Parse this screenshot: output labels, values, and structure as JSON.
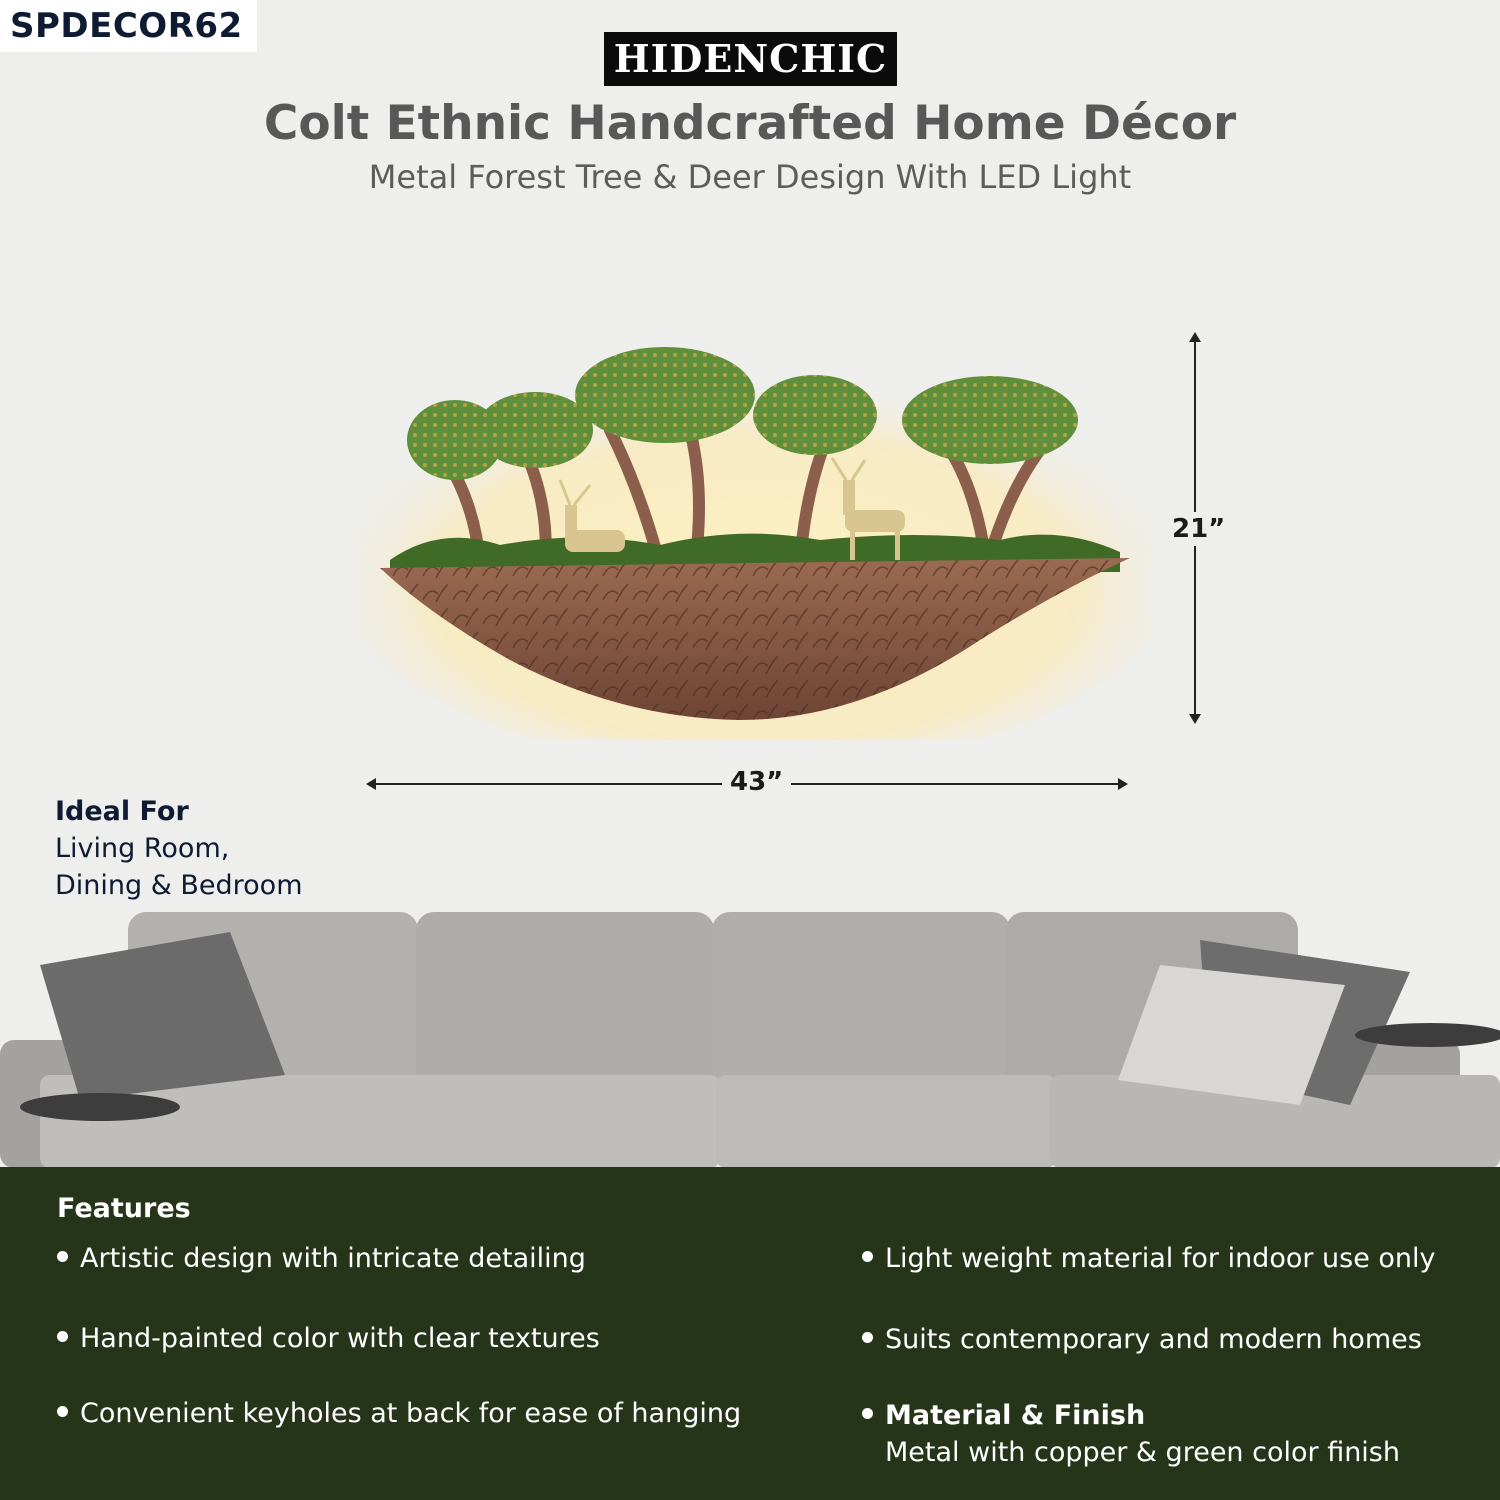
{
  "sku": "SPDECOR62",
  "brand": "HIDENCHIC",
  "title": "Colt Ethnic Handcrafted Home Décor",
  "subtitle": "Metal Forest Tree & Deer Design With LED Light",
  "dimensions": {
    "height": "21”",
    "width": "43”"
  },
  "ideal_for": {
    "heading": "Ideal For",
    "lines": [
      "Living Room,",
      "Dining & Bedroom"
    ]
  },
  "features": {
    "heading": "Features",
    "items": [
      "Artistic design with intricate detailing",
      "Hand-painted color with clear textures",
      "Convenient keyholes at back for ease of hanging",
      "Light weight material for indoor use only",
      "Suits contemporary and modern homes"
    ],
    "material_heading": "Material & Finish",
    "material_text": "Metal with copper & green color finish"
  },
  "colors": {
    "background": "#eeeeec",
    "features_band": "#26341a",
    "copper": "#8a5a44",
    "foliage": "#5f8f3a",
    "glow": "#ffe9a6"
  }
}
